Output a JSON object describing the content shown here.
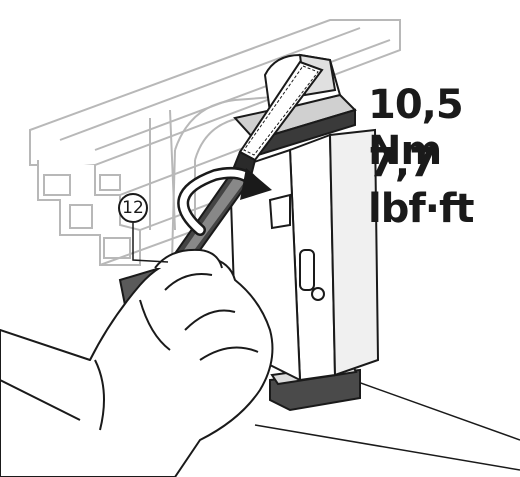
{
  "torque": {
    "metric": "10,5 Nm",
    "imperial": "7,7 lbf·ft"
  },
  "callout": {
    "number": "12"
  }
}
